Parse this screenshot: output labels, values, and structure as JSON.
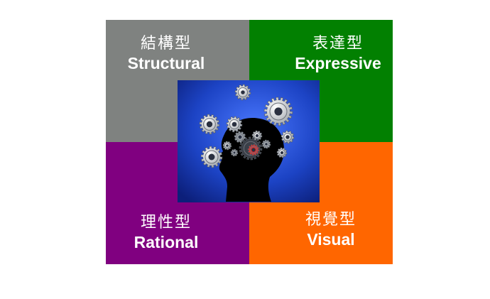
{
  "colors": {
    "structural": "#7f8280",
    "expressive": "#028001",
    "rational": "#800080",
    "visual": "#ff6600",
    "image_background": "#1c43c4"
  },
  "quadrants": {
    "structural": {
      "zh": "結構型",
      "en": "Structural"
    },
    "expressive": {
      "zh": "表達型",
      "en": "Expressive"
    },
    "rational": {
      "zh": "理性型",
      "en": "Rational"
    },
    "visual": {
      "zh": "視覺型",
      "en": "Visual"
    }
  },
  "center_image": {
    "icon": "head-with-gears-icon"
  }
}
